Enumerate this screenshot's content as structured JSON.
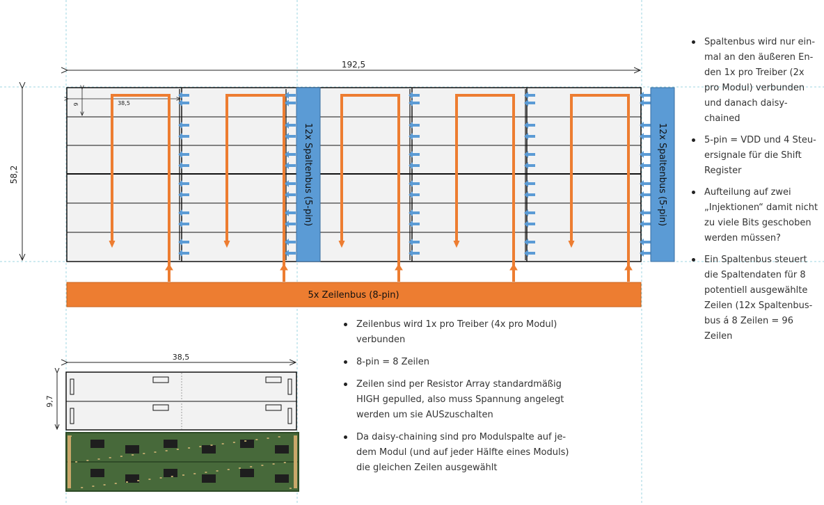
{
  "diagram": {
    "dim_total_width": "192,5",
    "dim_height": "58,2",
    "dim_module_width": "38,5",
    "dim_small_9": "9",
    "dim_small_385": "38,5",
    "zeilenbus_label": "5x Zeilenbus (8-pin)",
    "spaltenbus_label": "12x Spaltenbus (5-pin)",
    "module_width_label": "38,5",
    "module_height_label": "9,7",
    "colors": {
      "orange": "#ED7D31",
      "blue": "#5B9BD5",
      "panel_fill": "#F2F2F2",
      "guide": "#9DD6E0"
    }
  },
  "notes_right": [
    "Spaltenbus wird nur ein-\nmal an den äußeren En-\nden 1x pro Treiber (2x\npro Modul) verbunden\nund danach daisy-\nchained",
    "5-pin = VDD und 4 Steu-\nersignale für die Shift\nRegister",
    "Aufteilung auf zwei\n„Injektionen“ damit nicht\nzu viele Bits geschoben\nwerden müssen?",
    "Ein Spaltenbus steuert\ndie Spaltendaten für 8\npotentiell ausgewählte\nZeilen (12x Spaltenbus-\nbus á 8 Zeilen = 96 Zeilen"
  ],
  "notes_bottom": [
    "Zeilenbus wird 1x pro Treiber (4x pro Modul)\nverbunden",
    "8-pin = 8 Zeilen",
    "Zeilen sind per Resistor Array standardmäßig\nHIGH gepulled, also muss Spannung angelegt\nwerden um sie AUSzuschalten",
    "Da daisy-chaining sind pro Modulspalte auf je-\ndem Modul (und auf jeder Hälfte eines Moduls)\ndie gleichen Zeilen ausgewählt"
  ]
}
